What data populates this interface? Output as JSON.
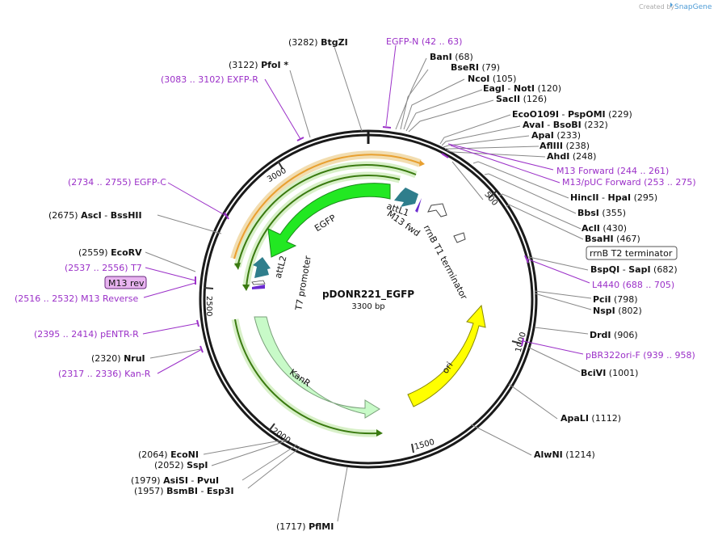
{
  "credit": {
    "prefix": "Created by",
    "brand": "SnapGene"
  },
  "plasmid": {
    "name": "pDONR221_EGFP",
    "size_label": "3300 bp",
    "length": 3300
  },
  "colors": {
    "primer": "#9b30c8",
    "site": "#111111",
    "line": "#888888"
  },
  "ticks": [
    "500",
    "1000",
    "1500",
    "2000",
    "2500",
    "3000"
  ],
  "sites": [
    {
      "name": "BtgZI",
      "pos": "(3282)"
    },
    {
      "name": "PfoI *",
      "pos": "(3122)"
    },
    {
      "name": "BanI",
      "pos": "(68)"
    },
    {
      "name": "BseRI",
      "pos": "(79)"
    },
    {
      "name": "NcoI",
      "pos": "(105)"
    },
    {
      "name": "EagI",
      "name2": "NotI",
      "pos": "(120)"
    },
    {
      "name": "SacII",
      "pos": "(126)"
    },
    {
      "name": "EcoO109I",
      "name2": "PspOMI",
      "pos": "(229)"
    },
    {
      "name": "AvaI",
      "name2": "BsoBI",
      "pos": "(232)"
    },
    {
      "name": "ApaI",
      "pos": "(233)"
    },
    {
      "name": "AflIII",
      "pos": "(238)"
    },
    {
      "name": "AhdI",
      "pos": "(248)"
    },
    {
      "name": "HincII",
      "name2": "HpaI",
      "pos": "(295)"
    },
    {
      "name": "BbsI",
      "pos": "(355)"
    },
    {
      "name": "AclI",
      "pos": "(430)"
    },
    {
      "name": "BsaHI",
      "pos": "(467)"
    },
    {
      "name": "BspQI",
      "name2": "SapI",
      "pos": "(682)"
    },
    {
      "name": "PciI",
      "pos": "(798)"
    },
    {
      "name": "NspI",
      "pos": "(802)"
    },
    {
      "name": "DrdI",
      "pos": "(906)"
    },
    {
      "name": "BciVI",
      "pos": "(1001)"
    },
    {
      "name": "ApaLI",
      "pos": "(1112)"
    },
    {
      "name": "AlwNI",
      "pos": "(1214)"
    },
    {
      "name": "PflMI",
      "pos": "(1717)"
    },
    {
      "name": "BsmBI",
      "name2": "Esp3I",
      "pos": "(1957)"
    },
    {
      "name": "AsiSI",
      "name2": "PvuI",
      "pos": "(1979)"
    },
    {
      "name": "SspI",
      "pos": "(2052)"
    },
    {
      "name": "EcoNI",
      "pos": "(2064)"
    },
    {
      "name": "NruI",
      "pos": "(2320)"
    },
    {
      "name": "EcoRV",
      "pos": "(2559)"
    },
    {
      "name": "AscI",
      "name2": "BssHII",
      "pos": "(2675)"
    }
  ],
  "primers": [
    {
      "name": "EGFP-N",
      "range": "(42 .. 63)"
    },
    {
      "name": "EXFP-R",
      "range": "(3083 .. 3102)"
    },
    {
      "name": "M13 Forward",
      "range": "(244 .. 261)"
    },
    {
      "name": "M13/pUC Forward",
      "range": "(253 .. 275)"
    },
    {
      "name": "L4440",
      "range": "(688 .. 705)"
    },
    {
      "name": "pBR322ori-F",
      "range": "(939 .. 958)"
    },
    {
      "name": "Kan-R",
      "range": "(2317 .. 2336)"
    },
    {
      "name": "pENTR-R",
      "range": "(2395 .. 2414)"
    },
    {
      "name": "M13 Reverse",
      "range": "(2516 .. 2532)"
    },
    {
      "name": "T7",
      "range": "(2537 .. 2556)"
    },
    {
      "name": "EGFP-C",
      "range": "(2734 .. 2755)"
    }
  ],
  "boxed": {
    "rrnb_t2": "rrnB T2 terminator",
    "m13_rev": "M13 rev"
  },
  "features": {
    "egfp": "EGFP",
    "attl1": "attL1",
    "m13fwd": "M13 fwd",
    "rrnb_t1": "rrnB T1 terminator",
    "attl2": "attL2",
    "t7": "T7 promoter",
    "kanr": "KanR",
    "ori": "ori"
  }
}
